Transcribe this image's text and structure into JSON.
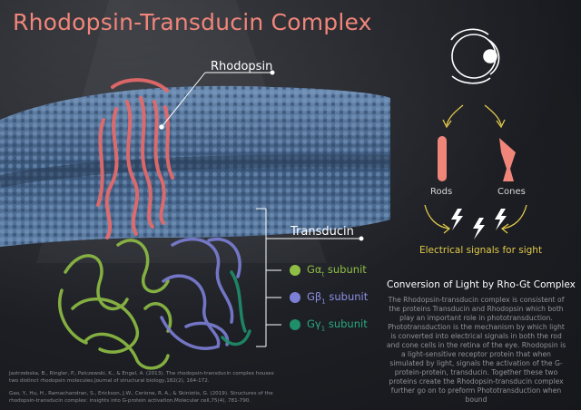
{
  "title": "Rhodopsin-Transducin Complex",
  "labels": {
    "rhodopsin": "Rhodopsin",
    "transducin": "Transducin"
  },
  "subunits": [
    {
      "prefix": "Gα",
      "suffix": "t",
      "rest": " subunit",
      "color": "#8fbe44"
    },
    {
      "prefix": "Gβ",
      "suffix": "1",
      "rest": " subunit",
      "color": "#7c7fd6"
    },
    {
      "prefix": "Gγ",
      "suffix": "1",
      "rest": " subunit",
      "color": "#1f8f6a"
    }
  ],
  "eye_panel": {
    "rods": "Rods",
    "cones": "Cones",
    "signals": "Electrical signals for sight"
  },
  "description": {
    "title": "Conversion of Light by Rho-Gt Complex",
    "body": "The Rhodopsin-transducin complex is consistent of the proteins Transducin and Rhodopsin which both play an important role in phototransduction. Phototransduction is the mechanism by which light is converted into electrical signals in both the rod and cone cells in the retina of the eye. Rhodopsin is a light-sensitive receptor protein that when simulated by light, signals the activation of the G-protein-protein, transducin. Together these two proteins create the Rhodopsin-transducin complex further go on to preform Phototransduction when bound"
  },
  "references": [
    "Jastrzebska, B., Ringler, P., Palczewski, K., & Engel, A. (2013). The rhodopsin-transducin complex houses two distinct rhodopsin molecules.Journal of structural biology,182(2), 164-172.",
    "Gao, Y., Hu, H., Ramachandran, S., Erickson, J.W., Cerione, R. A., & Skiniotis, G. (2019). Structures of the rhodopsin-transducin complex: insights into G-protein activation.Molecular cell,75(4), 781-790."
  ],
  "colors": {
    "accent": "#f0857a",
    "signals": "#e1c94a",
    "membrane": "#4f6f95"
  }
}
